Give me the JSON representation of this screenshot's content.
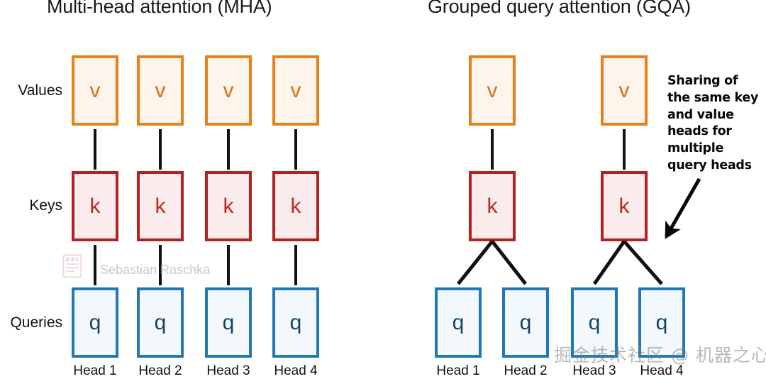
{
  "diagram": {
    "background": "#ffffff",
    "colors": {
      "value_border": "#E8811A",
      "value_fill": "#FDF4EC",
      "value_text": "#D96F12",
      "key_border": "#B32120",
      "key_fill": "#FAECEC",
      "key_text": "#C0281F",
      "query_border": "#2278B4",
      "query_fill": "#F3F8FC",
      "query_text": "#12456E",
      "connector": "#111111",
      "text": "#121212"
    }
  },
  "panels": [
    {
      "id": "mha",
      "title": "Multi-head attention (MHA)",
      "value_heads": 4,
      "key_heads": 4,
      "query_heads": 4,
      "values": [
        "v",
        "v",
        "v",
        "v"
      ],
      "keys": [
        "k",
        "k",
        "k",
        "k"
      ],
      "queries": [
        "q",
        "q",
        "q",
        "q"
      ],
      "head_captions": [
        "Head 1",
        "Head 2",
        "Head 3",
        "Head 4"
      ]
    },
    {
      "id": "gqa",
      "title": "Grouped query attention (GQA)",
      "value_heads": 2,
      "key_heads": 2,
      "query_heads": 4,
      "values": [
        "v",
        "v"
      ],
      "keys": [
        "k",
        "k"
      ],
      "queries": [
        "q",
        "q",
        "q",
        "q"
      ],
      "head_captions": [
        "Head 1",
        "Head 2",
        "Head 3",
        "Head 4"
      ],
      "grouping": [
        [
          0,
          1
        ],
        [
          2,
          3
        ]
      ]
    }
  ],
  "row_labels": {
    "values": "Values",
    "keys": "Keys",
    "queries": "Queries"
  },
  "annotation": {
    "text": "Sharing of the same key and value heads for multiple query heads",
    "arrow": "down-left-arrow"
  },
  "watermarks": {
    "author": "Sebastian Raschka",
    "community": "掘金技术社区 @ 机器之心"
  }
}
